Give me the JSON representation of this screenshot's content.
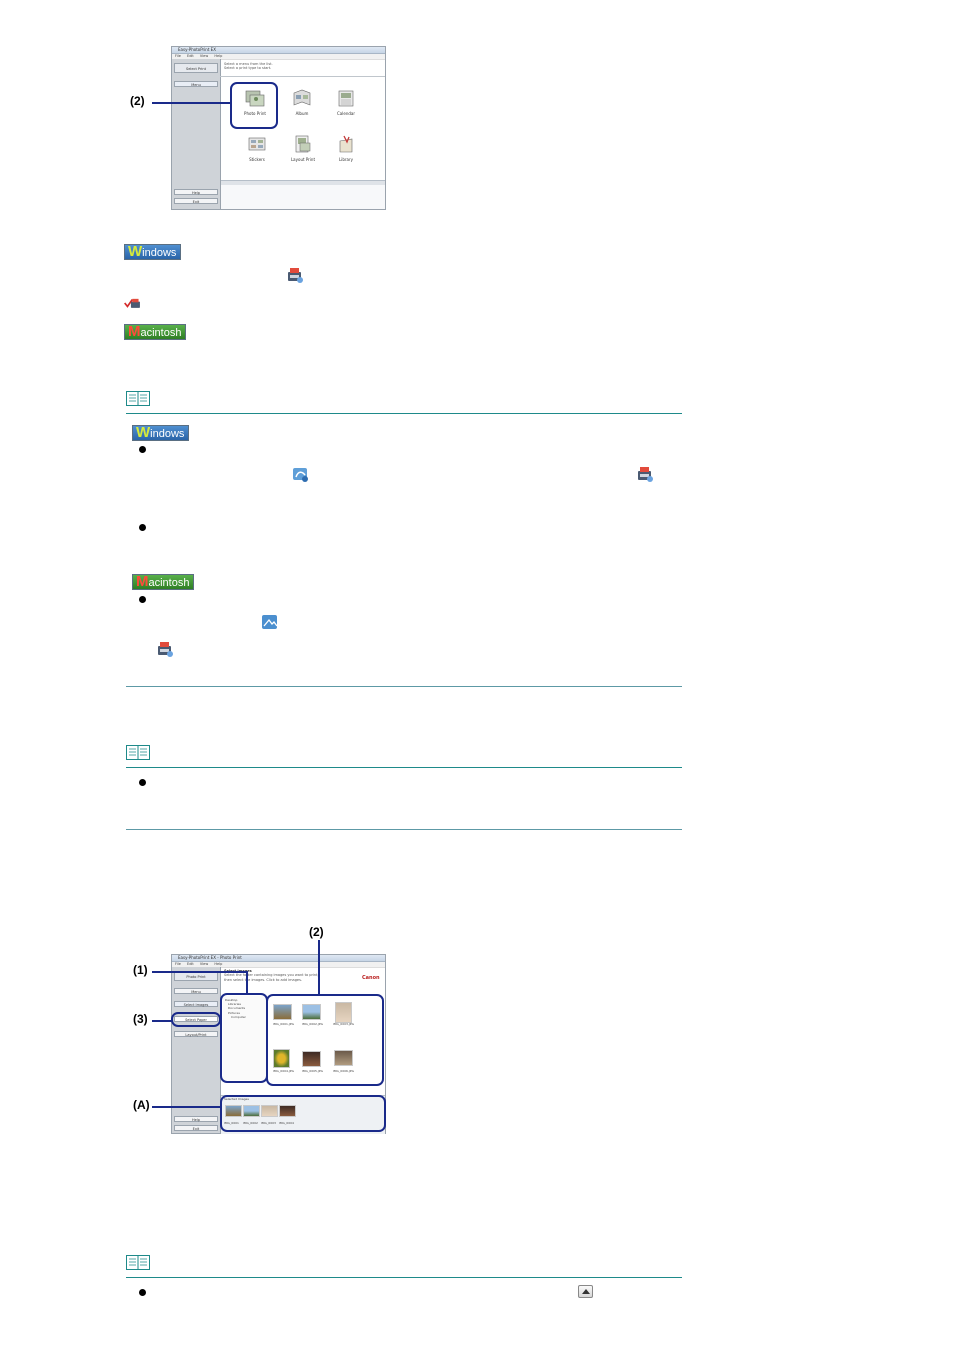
{
  "screenshot1": {
    "title": "Easy-PhotoPrint EX",
    "menu": [
      "File",
      "Edit",
      "View",
      "Help"
    ],
    "sidebar": {
      "select_label": "Select Print",
      "menu_btn": "Menu",
      "help_btn": "Help",
      "exit_btn": "Exit"
    },
    "header_text": [
      "Select a menu from the list.",
      "Select a print type to start."
    ],
    "items": [
      {
        "label": "Photo Print",
        "icon": "photo-print-icon"
      },
      {
        "label": "Album",
        "icon": "album-icon"
      },
      {
        "label": "Calendar",
        "icon": "calendar-icon"
      },
      {
        "label": "Stickers",
        "icon": "stickers-icon"
      },
      {
        "label": "Layout Print",
        "icon": "layout-print-icon"
      },
      {
        "label": "Library",
        "icon": "library-icon"
      }
    ],
    "callout": "(2)"
  },
  "screenshot2": {
    "title": "Easy-PhotoPrint EX - Photo Print",
    "menu": [
      "File",
      "Edit",
      "View",
      "Help"
    ],
    "sidebar": {
      "select_label": "Photo Print",
      "menu_btn": "Menu",
      "select_images": "Select Images",
      "select_paper": "Select Paper",
      "layout_print": "Layout/Print",
      "help_btn": "Help",
      "exit_btn": "Exit"
    },
    "header_title": "Select Images",
    "header_text": [
      "Select the folder containing images you want to print,",
      "then select the images. Click to add images."
    ],
    "brand": "Canon",
    "tree": [
      "Desktop",
      "Libraries",
      "Documents",
      "Pictures",
      "Computer"
    ],
    "thumb_captions": [
      "IMG_0001.JPG",
      "IMG_0002.JPG",
      "IMG_0003.JPG",
      "IMG_0004.JPG",
      "IMG_0005.JPG",
      "IMG_0006.JPG"
    ],
    "selected_caption": "Selected Images",
    "strip_captions": [
      "IMG_0001",
      "IMG_0002",
      "IMG_0003",
      "IMG_0004"
    ],
    "callouts": [
      "(1)",
      "(2)",
      "(3)",
      "(A)"
    ]
  },
  "badges": {
    "windows_big": "W",
    "windows_rest": "indows",
    "mac_big": "M",
    "mac_rest": "acintosh"
  },
  "icons": {
    "solution_menu": "solution-menu-icon",
    "checkmark": "checkmark-printer-icon",
    "scroll_up": "scroll-up-button-icon"
  },
  "colors": {
    "callout_blue": "#1a2a8a",
    "note_rule": "#1e8a8a",
    "windows_badge": "#2a64a8",
    "mac_badge": "#2f7f25"
  }
}
